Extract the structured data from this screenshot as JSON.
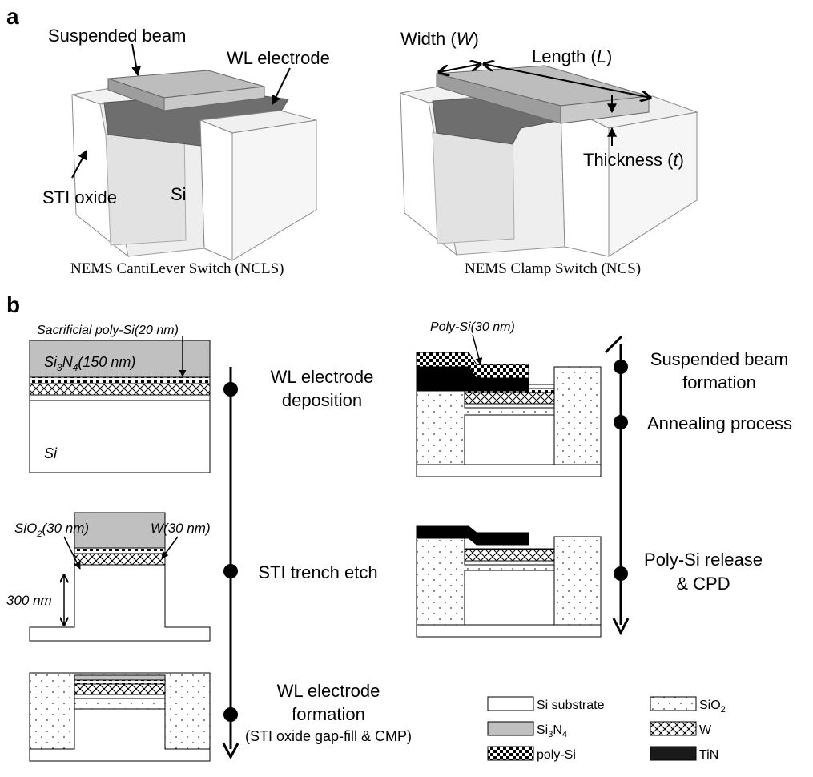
{
  "panel_a": {
    "label": "a",
    "ncls": {
      "suspended_beam": "Suspended beam",
      "wl_electrode": "WL electrode",
      "sti_oxide": "STI oxide",
      "si": "Si",
      "caption": "NEMS CantiLever Switch (NCLS)"
    },
    "ncs": {
      "width_pre": "Width (",
      "width_var": "W",
      "width_post": ")",
      "length_pre": "Length (",
      "length_var": "L",
      "length_post": ")",
      "thickness_pre": "Thickness (",
      "thickness_var": "t",
      "thickness_post": ")",
      "caption": "NEMS Clamp Switch (NCS)"
    }
  },
  "panel_b": {
    "label": "b",
    "sacrificial": "Sacrificial poly-Si(20 nm)",
    "si3n4_pre": "Si",
    "si3n4_sub1": "3",
    "si3n4_mid": "N",
    "si3n4_sub2": "4",
    "si3n4_post": "(150 nm)",
    "si": "Si",
    "sio2_pre": "SiO",
    "sio2_sub": "2",
    "sio2_post": "(30 nm)",
    "w30": "W(30 nm)",
    "depth": "300 nm",
    "polysi30": "Poly-Si(30 nm)",
    "steps_left": [
      {
        "line1": "WL electrode",
        "line2": "deposition",
        "line3": ""
      },
      {
        "line1": "STI trench etch",
        "line2": "",
        "line3": ""
      },
      {
        "line1": "WL electrode",
        "line2": "formation",
        "line3": "(STI oxide gap-fill & CMP)"
      }
    ],
    "steps_right": [
      {
        "line1": "Suspended beam",
        "line2": "formation"
      },
      {
        "line1": "Annealing process",
        "line2": ""
      },
      {
        "line1": "Poly-Si release",
        "line2": "& CPD"
      }
    ],
    "legend": {
      "si_substrate": "Si substrate",
      "sio2_pre": "SiO",
      "sio2_sub": "2",
      "si3n4_pre": "Si",
      "si3n4_sub1": "3",
      "si3n4_mid": "N",
      "si3n4_sub2": "4",
      "w": "W",
      "polysi": "poly-Si",
      "tin": "TiN"
    }
  }
}
